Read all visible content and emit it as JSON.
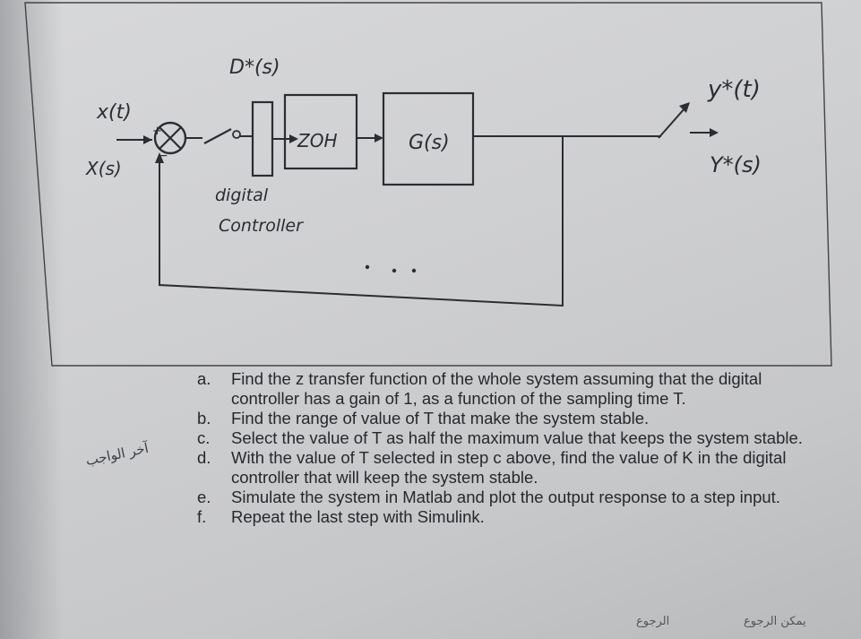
{
  "diagram": {
    "input_time": "x(t)",
    "input_s": "X(s)",
    "summer_plus": "+",
    "summer_minus": "−",
    "controller_label": "D*(s)",
    "controller_caption_1": "digital",
    "controller_caption_2": "Controller",
    "zoh_label": "ZOH",
    "plant_label": "G(s)",
    "output_time": "y*(t)",
    "output_s": "Y*(s)"
  },
  "questions": [
    {
      "letter": "a.",
      "text": "Find the z transfer function of the whole system assuming that the digital controller has a gain of 1, as a function of the sampling time T."
    },
    {
      "letter": "b.",
      "text": "Find the range of value of T that make the system stable."
    },
    {
      "letter": "c.",
      "text": "Select the value of T as half the maximum value that keeps the system stable."
    },
    {
      "letter": "d.",
      "text": "With the value of T selected in step c above, find the value of K in the digital controller that will keep the system stable."
    },
    {
      "letter": "e.",
      "text": "Simulate the system in Matlab and plot the output response to a step input."
    },
    {
      "letter": "f.",
      "text": "Repeat the last step with Simulink."
    }
  ],
  "annotations": {
    "arabic_note": "آخر الواجب",
    "arabic_bottom_1": "الرجوع",
    "arabic_bottom_2": "يمكن الرجوع"
  }
}
